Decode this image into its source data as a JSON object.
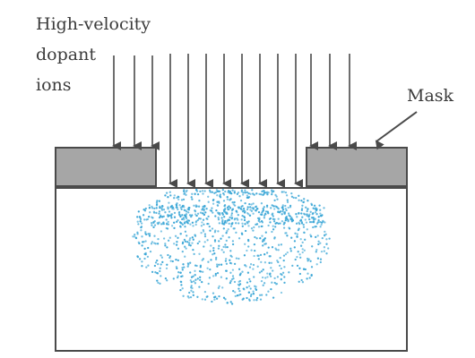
{
  "labels": {
    "ions_line1": "High-velocity",
    "ions_line2": "dopant",
    "ions_line3": "ions",
    "mask": "Mask"
  },
  "colors": {
    "mask_fill": "#a6a6a6",
    "outline": "#4a4a4a",
    "arrow": "#4a4a4a",
    "dopant": "#3aa6d6",
    "text": "#3b3b3b"
  }
}
